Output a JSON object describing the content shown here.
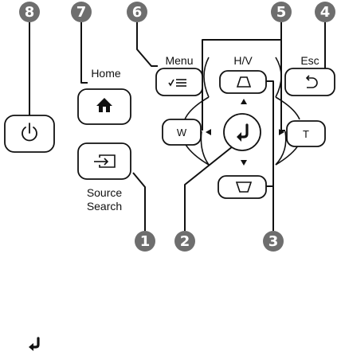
{
  "labels": {
    "menu": "Menu",
    "hv": "H/V",
    "esc": "Esc",
    "home": "Home",
    "source_line1": "Source",
    "source_line2": "Search"
  },
  "buttons": {
    "wide": "W",
    "tele": "T"
  },
  "badges": {
    "b1": "1",
    "b2": "2",
    "b3": "3",
    "b4": "4",
    "b5": "5",
    "b6": "6",
    "b7": "7",
    "b8": "8"
  },
  "legend": {
    "enter_icon": "enter-arrow-icon"
  },
  "colors": {
    "badge": "#6e6e6e",
    "line": "#111111",
    "background": "#ffffff"
  }
}
